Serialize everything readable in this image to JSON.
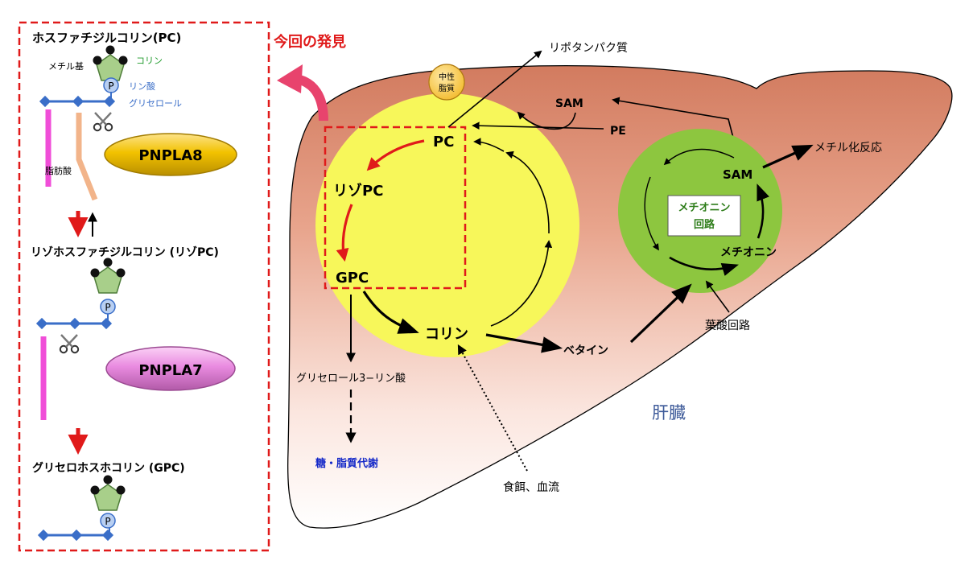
{
  "discovery_label": "今回の発見",
  "liver_label": "肝臓",
  "left_panel": {
    "pc_title": "ホスファチジルコリン(PC)",
    "methyl_group": "メチル基",
    "choline": "コリン",
    "phosphate": "リン酸",
    "glycerol": "グリセロール",
    "fatty_acid": "脂肪酸",
    "phosphate_symbol": "P",
    "enzyme1": "PNPLA8",
    "lyso_pc_title": "リゾホスファチジルコリン (リゾPC)",
    "enzyme2": "PNPLA7",
    "gpc_title": "グリセロホスホコリン (GPC)"
  },
  "pathway": {
    "pc": "PC",
    "lyso_pc": "リゾPC",
    "gpc": "GPC",
    "choline": "コリン",
    "betaine": "ベタイン",
    "glycerol_3_phosphate": "グリセロール3−リン酸",
    "sugar_lipid_metabolism": "糖・脂質代謝",
    "diet_blood": "食餌、血流",
    "lipoprotein": "リポタンパク質",
    "neutral_fat_line1": "中性",
    "neutral_fat_line2": "脂質",
    "sam_top": "SAM",
    "pe": "PE",
    "methylation": "メチル化反応",
    "folate_cycle": "葉酸回路"
  },
  "methionine_cycle": {
    "title_line1": "メチオニン",
    "title_line2": "回路",
    "sam": "SAM",
    "methionine": "メチオニン"
  },
  "colors": {
    "red_dash": "#e01a1a",
    "discovery_pink": "#e8436d",
    "yellow_circle": "#f7f75a",
    "green_circle": "#8dc63f",
    "green_text": "#2e7d1a",
    "blue_text": "#1428c8",
    "liver_label": "#3d5a99",
    "pnpla8": "#f2c200",
    "pnpla7": "#e98be0",
    "pentagon": "#a8cf8a",
    "phosphate_fill": "#b8cff2",
    "glycerol_blue": "#3a6ec8",
    "magenta_chain": "#f04ed8",
    "peach_chain": "#f2b48a"
  }
}
